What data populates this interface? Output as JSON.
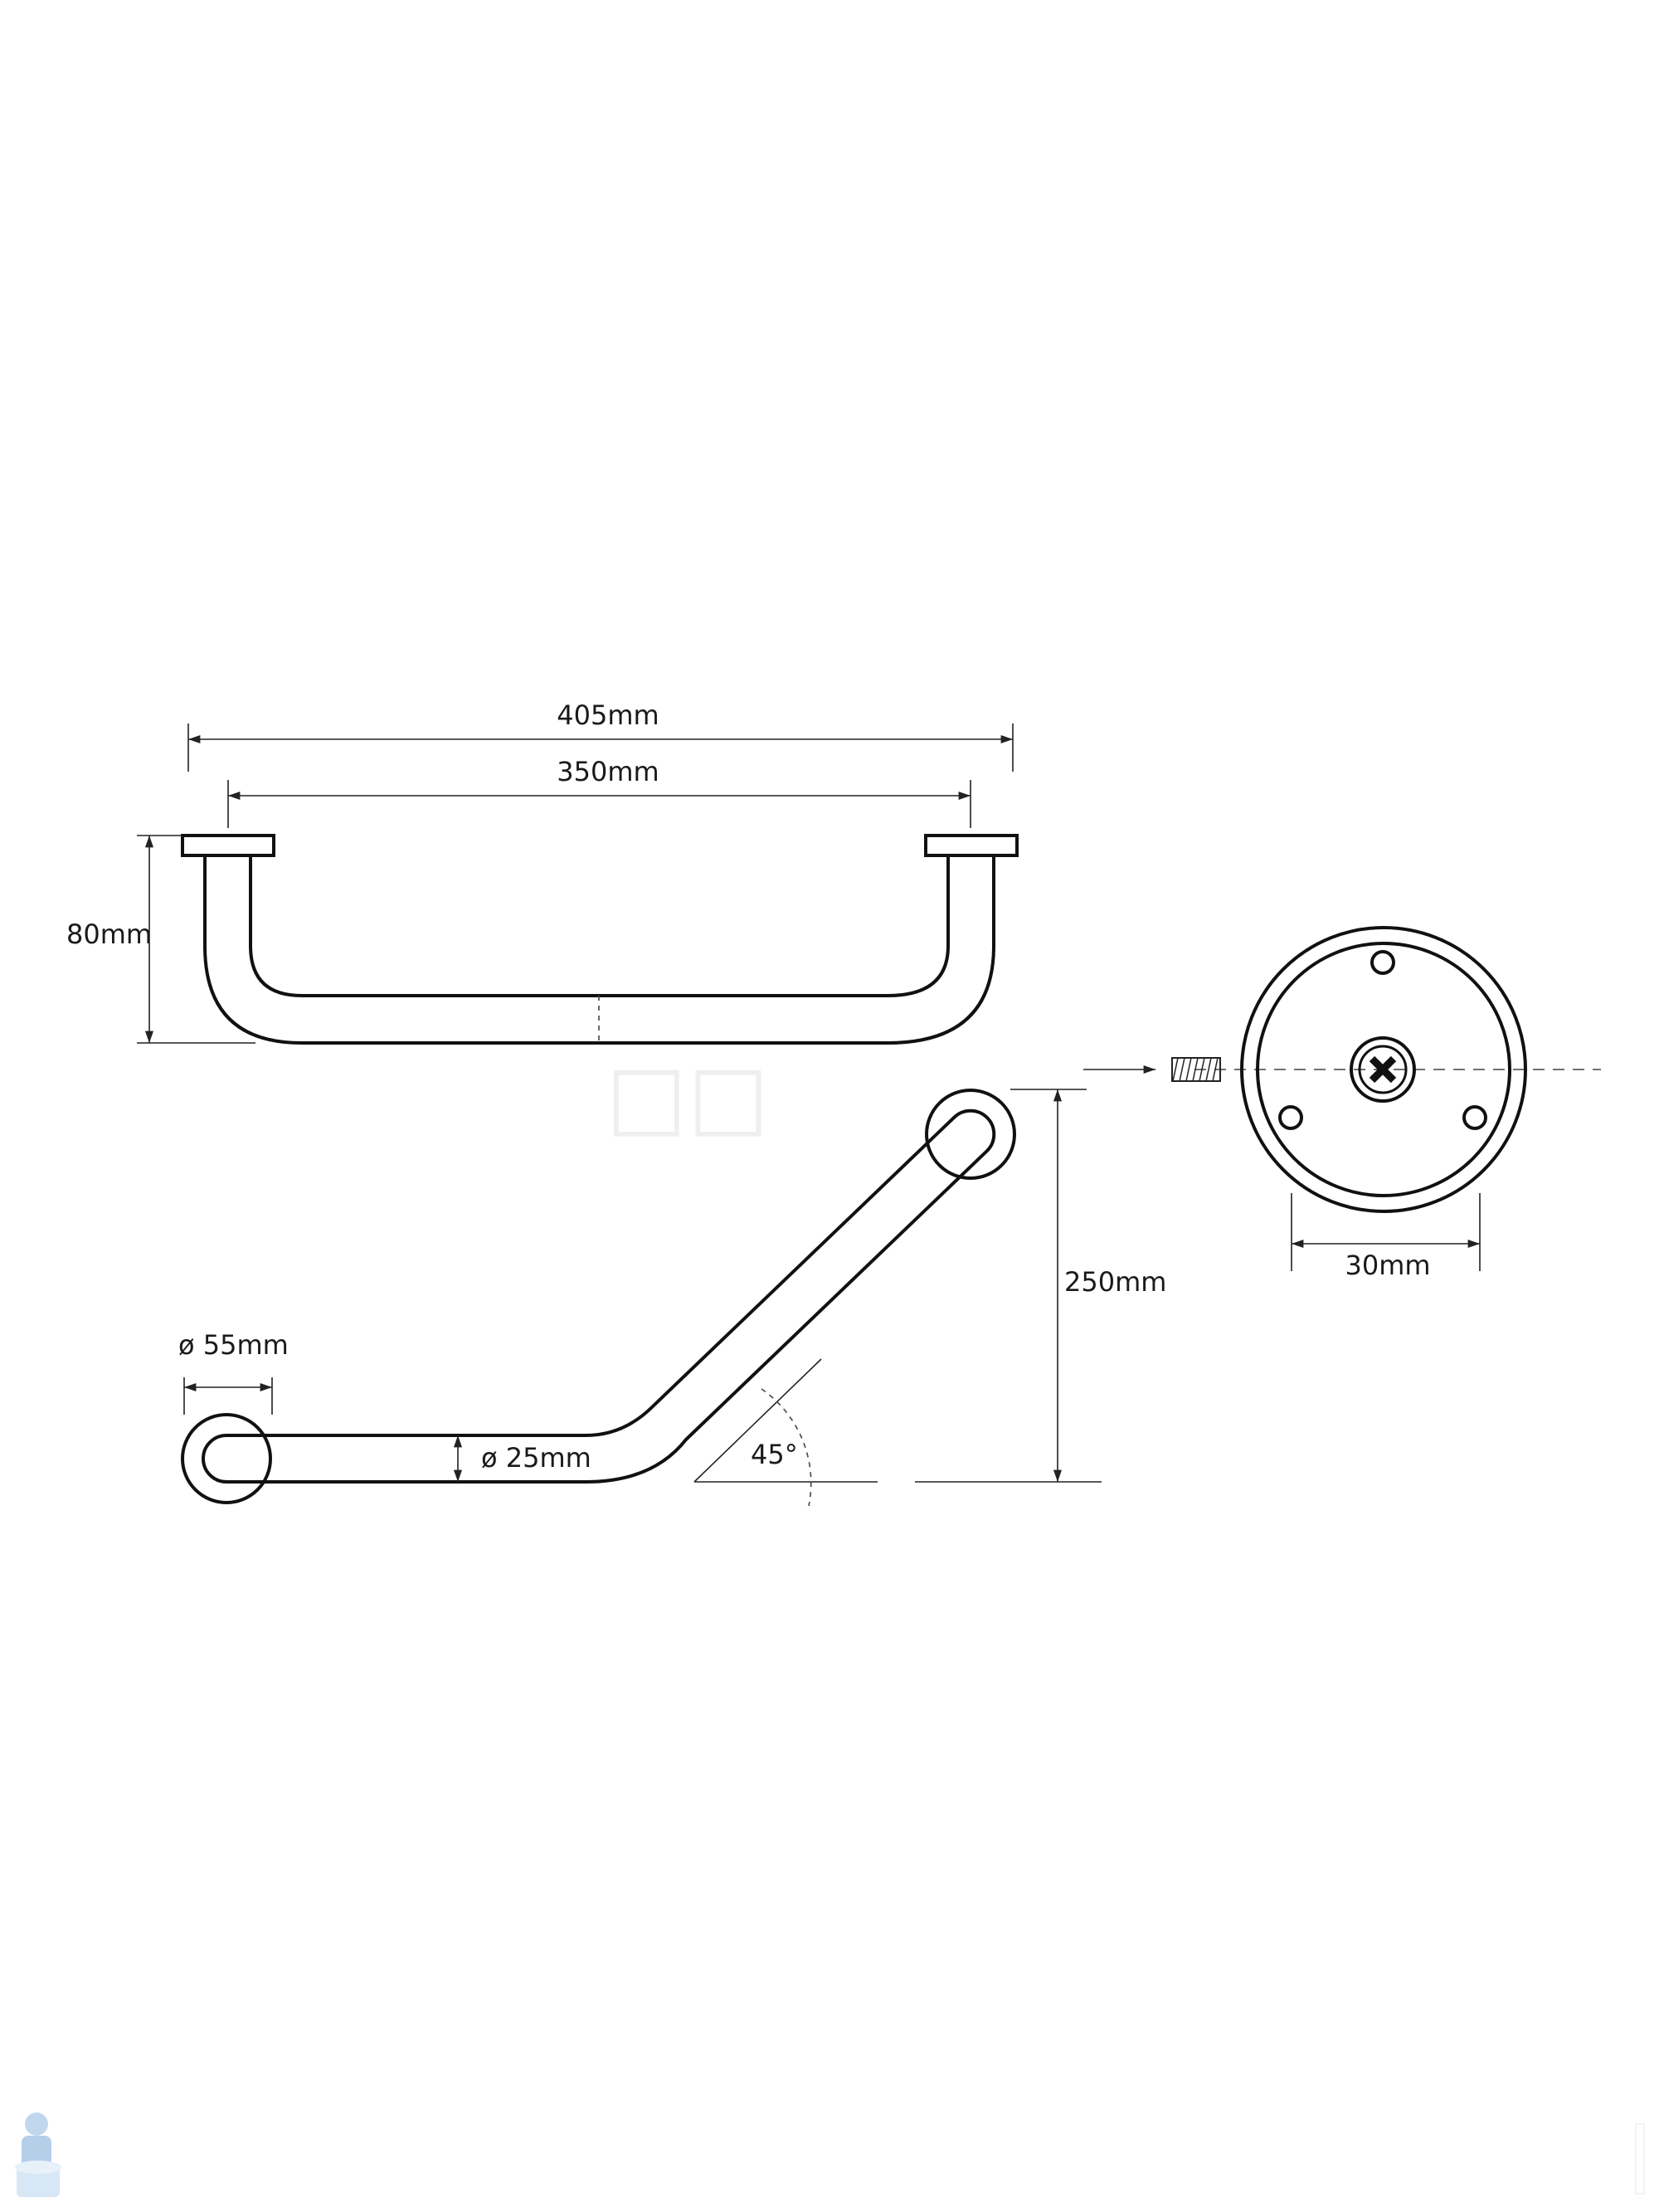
{
  "dimensions": {
    "overall_width": "405mm",
    "center_width": "350mm",
    "depth": "80mm",
    "rise": "250mm",
    "flange_diameter": "ø 55mm",
    "tube_diameter": "ø 25mm",
    "angle": "45°",
    "hole_spacing": "30mm"
  },
  "colors": {
    "line": "#111111",
    "background": "#ffffff",
    "watermark": "#8fb8e0"
  },
  "icons": {
    "logo": "plumber-mascot-icon",
    "screw": "screw-icon",
    "flange": "wall-flange-icon"
  }
}
